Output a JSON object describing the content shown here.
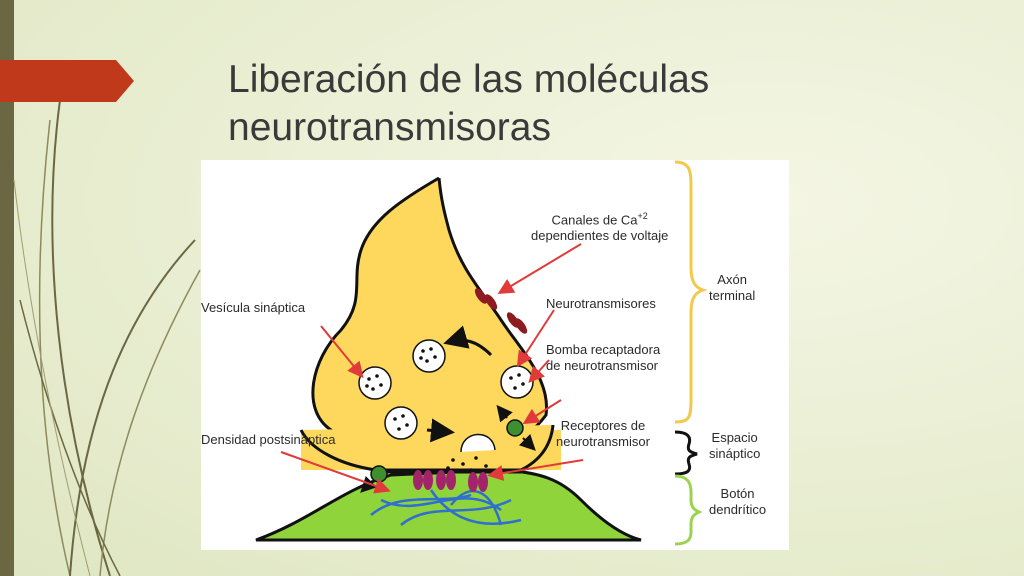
{
  "slide": {
    "title_line1": "Liberación de las moléculas",
    "title_line2": "neurotransmisoras"
  },
  "figure": {
    "labels": {
      "canales_line1": "Canales de Ca",
      "canales_sup": "+2",
      "canales_line2": "dependientes de voltaje",
      "neurotransmisores": "Neurotransmisores",
      "bomba_line1": "Bomba recaptadora",
      "bomba_line2": "de neurotransmisor",
      "receptores_line1": "Receptores de",
      "receptores_line2": "neurotransmisor",
      "vesicula": "Vesícula sináptica",
      "densidad": "Densidad postsináptica",
      "axon_line1": "Axón",
      "axon_line2": "terminal",
      "espacio_line1": "Espacio",
      "espacio_line2": "sináptico",
      "boton_line1": "Botón",
      "boton_line2": "dendrítico"
    },
    "colors": {
      "axon_fill": "#fdd85c",
      "dendrite_fill": "#8fd43a",
      "arrow": "#e03a3a",
      "bracket": "#f2c94a",
      "bracket_green": "#9bd24f",
      "channel": "#8e1a22",
      "receptor": "#a3246a",
      "pump": "#3e8f2f",
      "title_arrow": "#c0391b",
      "side_bar": "#6b6743"
    }
  }
}
